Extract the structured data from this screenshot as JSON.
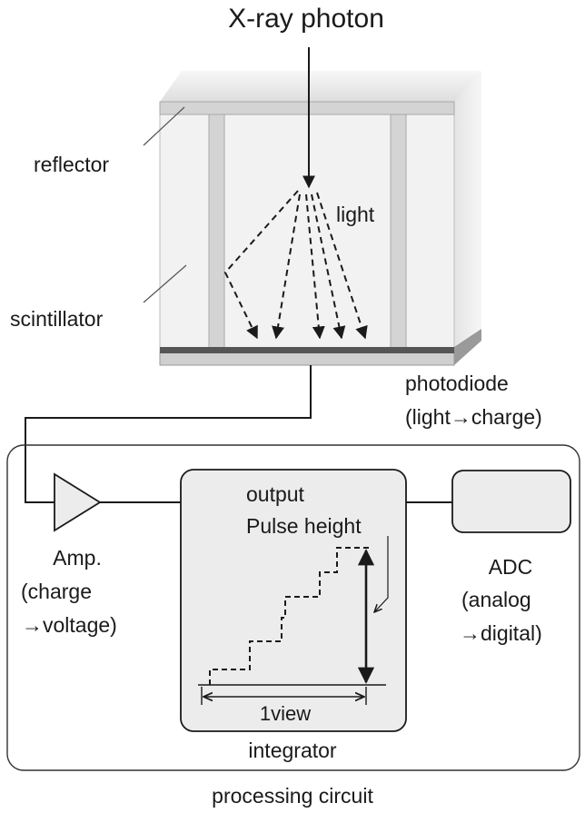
{
  "labels": {
    "xray_photon": "X-ray photon",
    "light": "light",
    "reflector": "reflector",
    "scintillator": "scintillator",
    "photodiode_line1": "photodiode",
    "photodiode_line2": "(light→charge)",
    "amp_line1": "Amp.",
    "amp_line2": "(charge",
    "amp_line3": "→voltage)",
    "output_line1": "output",
    "output_line2": "Pulse height",
    "view_label": "1view",
    "integrator": "integrator",
    "adc_line1": "ADC",
    "adc_line2": "(analog",
    "adc_line3": "→digital)",
    "processing_circuit": "processing circuit"
  },
  "colors": {
    "line": "#1a1a1a",
    "scintillator_face": "#f2f2f2",
    "reflector": "#d4d4d4",
    "box_fill": "#ececec",
    "photodiode": "#555555"
  }
}
